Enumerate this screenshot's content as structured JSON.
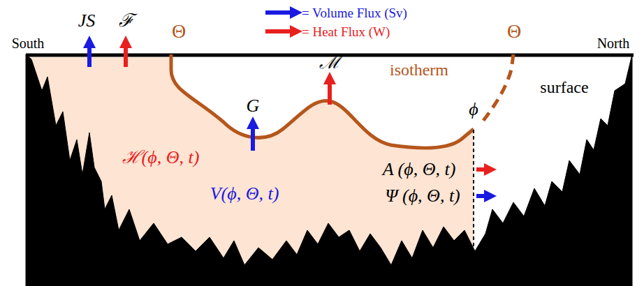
{
  "diagram": {
    "labels": [
      "South",
      "North",
      "surface",
      "isotherm",
      "Θ",
      "Θ",
      "JS",
      "ℱ",
      "G",
      "ℳ",
      "ϕ",
      "ℋ(ϕ, Θ, t)",
      "V(ϕ, Θ, t)",
      "A (ϕ, Θ, t)",
      "Ψ (ϕ, Θ, t)"
    ],
    "legend": [
      {
        "text": "= Volume Flux (Sv)"
      },
      {
        "text": "= Heat Flux (W)"
      }
    ]
  }
}
